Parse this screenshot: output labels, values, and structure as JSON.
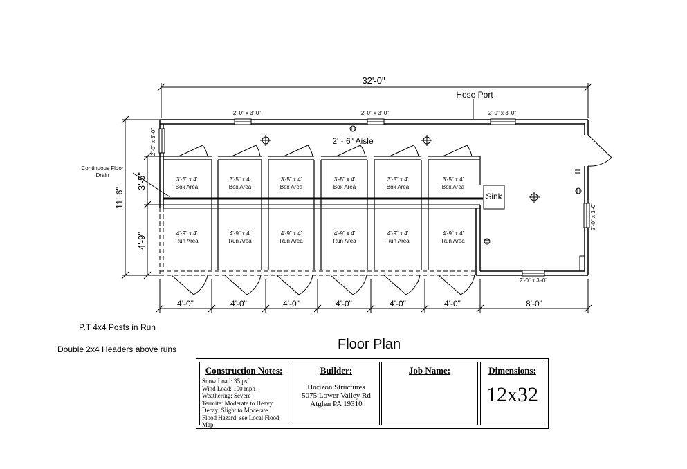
{
  "drawing": {
    "overall_width": "32'-0\"",
    "hose_port": "Hose Port",
    "window_top": "2'-0\" x 3'-0\"",
    "window_left": "2'-0\" x 3'-0\"",
    "window_right": "2'-0\" x 3'-0\"",
    "window_bottom": "2'-0\" x 3'-0\"",
    "aisle": "2' - 6\" Aisle",
    "drain_label_line1": "Continuous Floor",
    "drain_label_line2": "Drain",
    "sink": "Sink",
    "height_total": "11'-6\"",
    "height_box": "3'-5\"",
    "height_run": "4'-9\"",
    "box_area_size": "3'-5\" x 4'",
    "box_area_label": "Box Area",
    "run_area_size": "4'-9\" x 4'",
    "run_area_label": "Run Area",
    "stall_width": "4'-0\"",
    "end_width": "8'-0\"",
    "stall_count": 6
  },
  "notes": {
    "posts": "P.T 4x4 Posts in Run",
    "headers": "Double 2x4 Headers above runs"
  },
  "title": "Floor Plan",
  "title_block": {
    "construction_heading": "Construction Notes:",
    "construction_lines": [
      "Snow Load: 35 psf",
      "Wind Load: 100 mph",
      "Weathering: Severe",
      "Termite: Moderate to Heavy",
      "Decay: Slight to Moderate",
      "Flood Hazard: see Local Flood Map"
    ],
    "builder_heading": "Builder:",
    "builder_lines": [
      "Horizon Structures",
      "5075 Lower Valley Rd",
      "Atglen PA 19310"
    ],
    "job_heading": "Job Name:",
    "dimensions_heading": "Dimensions:",
    "dimensions_value": "12x32"
  }
}
